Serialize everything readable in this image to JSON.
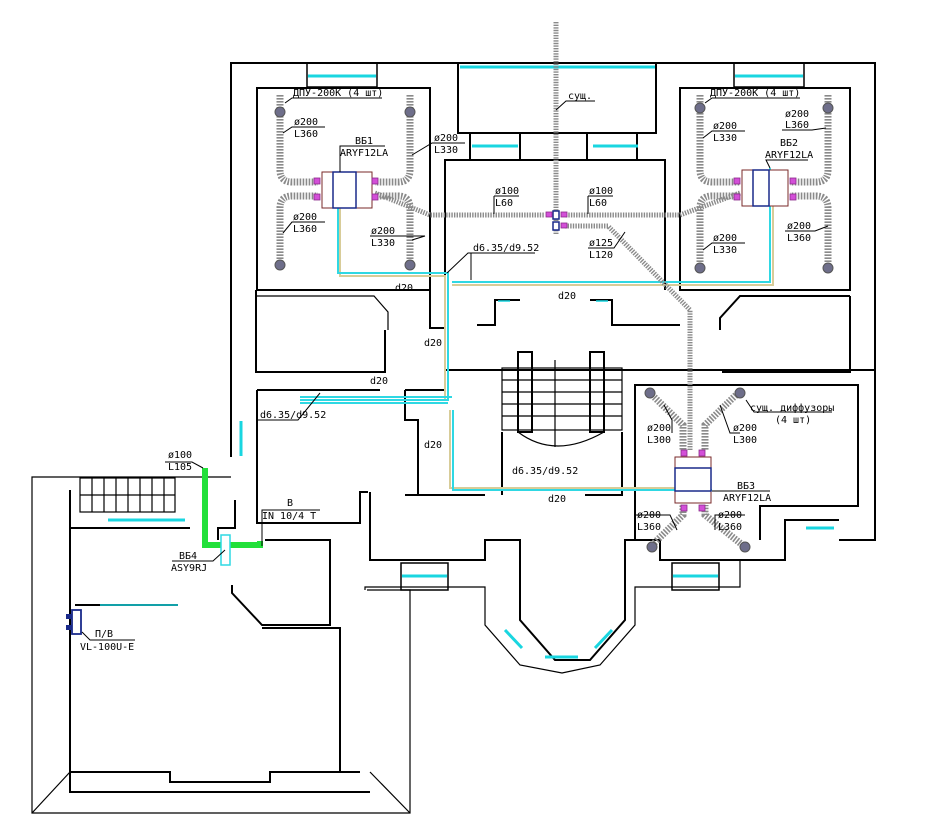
{
  "drawing": {
    "title": "HVAC floor plan",
    "colors": {
      "walls": "#000000",
      "windows": "#19d6e0",
      "ducts": "#8a8a8a",
      "refrigerant_pipe": "#2fd8e3",
      "drain_pipe": "#d8cc98",
      "exhaust_duct": "#22e03a",
      "unit_outline": "#1a2a8a",
      "connector": "#d34fd8"
    }
  },
  "labels": {
    "dpu_left": "ДПУ-200К (4 шт)",
    "dpu_right": "ДПУ-200К (4 шт)",
    "existing_top": "сущ.",
    "existing_diffusers_line1": "сущ. диффузоры",
    "existing_diffusers_line2": "(4 шт)",
    "vb1_name": "ВБ1",
    "vb1_model": "ARYF12LA",
    "vb2_name": "ВБ2",
    "vb2_model": "ARYF12LA",
    "vb3_name": "ВБ3",
    "vb3_model": "ARYF12LA",
    "vb4_name": "ВБ4",
    "vb4_model": "ASY9RJ",
    "pv_name": "П/В",
    "pv_model": "VL-100U-E",
    "fan_name": "В",
    "fan_model": "IN 10/4 T",
    "pipe_label_1": "d6.35/d9.52",
    "pipe_label_2": "d6.35/d9.52",
    "pipe_label_3": "d6.35/d9.52",
    "drain_1": "d20",
    "drain_2": "d20",
    "drain_3": "d20",
    "drain_4": "d20",
    "drain_5": "d20",
    "drain_6": "d20"
  },
  "ducts": [
    {
      "id": "vb1_tl",
      "dia": "ø200",
      "len": "L360"
    },
    {
      "id": "vb1_tr",
      "dia": "ø200",
      "len": "L330"
    },
    {
      "id": "vb1_bl",
      "dia": "ø200",
      "len": "L360"
    },
    {
      "id": "vb1_br",
      "dia": "ø200",
      "len": "L330"
    },
    {
      "id": "vb2_tl",
      "dia": "ø200",
      "len": "L330"
    },
    {
      "id": "vb2_tr",
      "dia": "ø200",
      "len": "L360"
    },
    {
      "id": "vb2_bl",
      "dia": "ø200",
      "len": "L330"
    },
    {
      "id": "vb2_br",
      "dia": "ø200",
      "len": "L360"
    },
    {
      "id": "center_l",
      "dia": "ø100",
      "len": "L60"
    },
    {
      "id": "center_r",
      "dia": "ø100",
      "len": "L60"
    },
    {
      "id": "center_diag",
      "dia": "ø125",
      "len": "L120"
    },
    {
      "id": "vb3_tl",
      "dia": "ø200",
      "len": "L300"
    },
    {
      "id": "vb3_tr",
      "dia": "ø200",
      "len": "L300"
    },
    {
      "id": "vb3_bl",
      "dia": "ø200",
      "len": "L360"
    },
    {
      "id": "vb3_br",
      "dia": "ø200",
      "len": "L360"
    },
    {
      "id": "vb4_exhaust",
      "dia": "ø100",
      "len": "L105"
    }
  ]
}
